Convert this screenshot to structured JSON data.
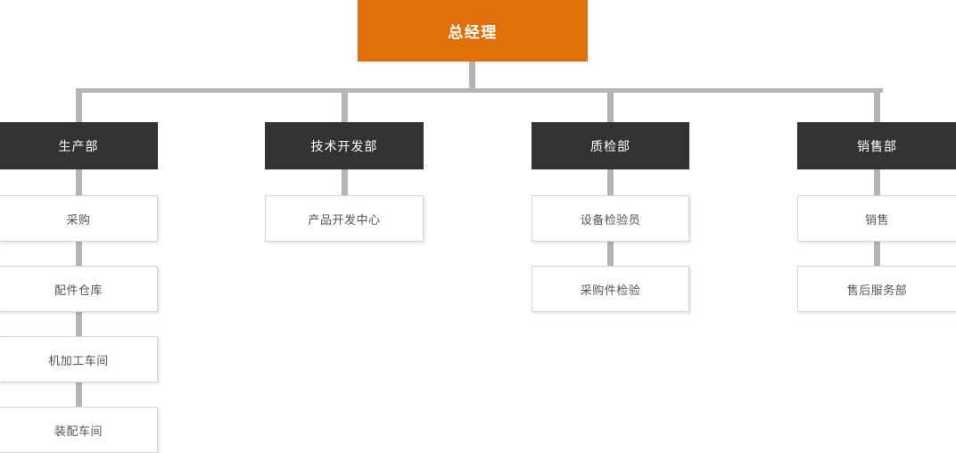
{
  "chart_title": "总经理",
  "colors": {
    "root_bg": "#e2700a",
    "dept_bg": "#333333",
    "leaf_bg": "#ffffff",
    "leaf_border": "#d4d4d4",
    "connector": "#b4b4b4",
    "root_text": "#ffffff",
    "dept_text": "#ffffff",
    "leaf_text": "#555555"
  },
  "root": {
    "label": "总经理"
  },
  "departments": [
    {
      "label": "生产部",
      "children": [
        {
          "label": "采购"
        },
        {
          "label": "配件仓库"
        },
        {
          "label": "机加工车间"
        },
        {
          "label": "装配车间"
        }
      ]
    },
    {
      "label": "技术开发部",
      "children": [
        {
          "label": "产品开发中心"
        }
      ]
    },
    {
      "label": "质检部",
      "children": [
        {
          "label": "设备检验员"
        },
        {
          "label": "采购件检验"
        }
      ]
    },
    {
      "label": "销售部",
      "children": [
        {
          "label": "销售"
        },
        {
          "label": "售后服务部"
        }
      ]
    }
  ]
}
